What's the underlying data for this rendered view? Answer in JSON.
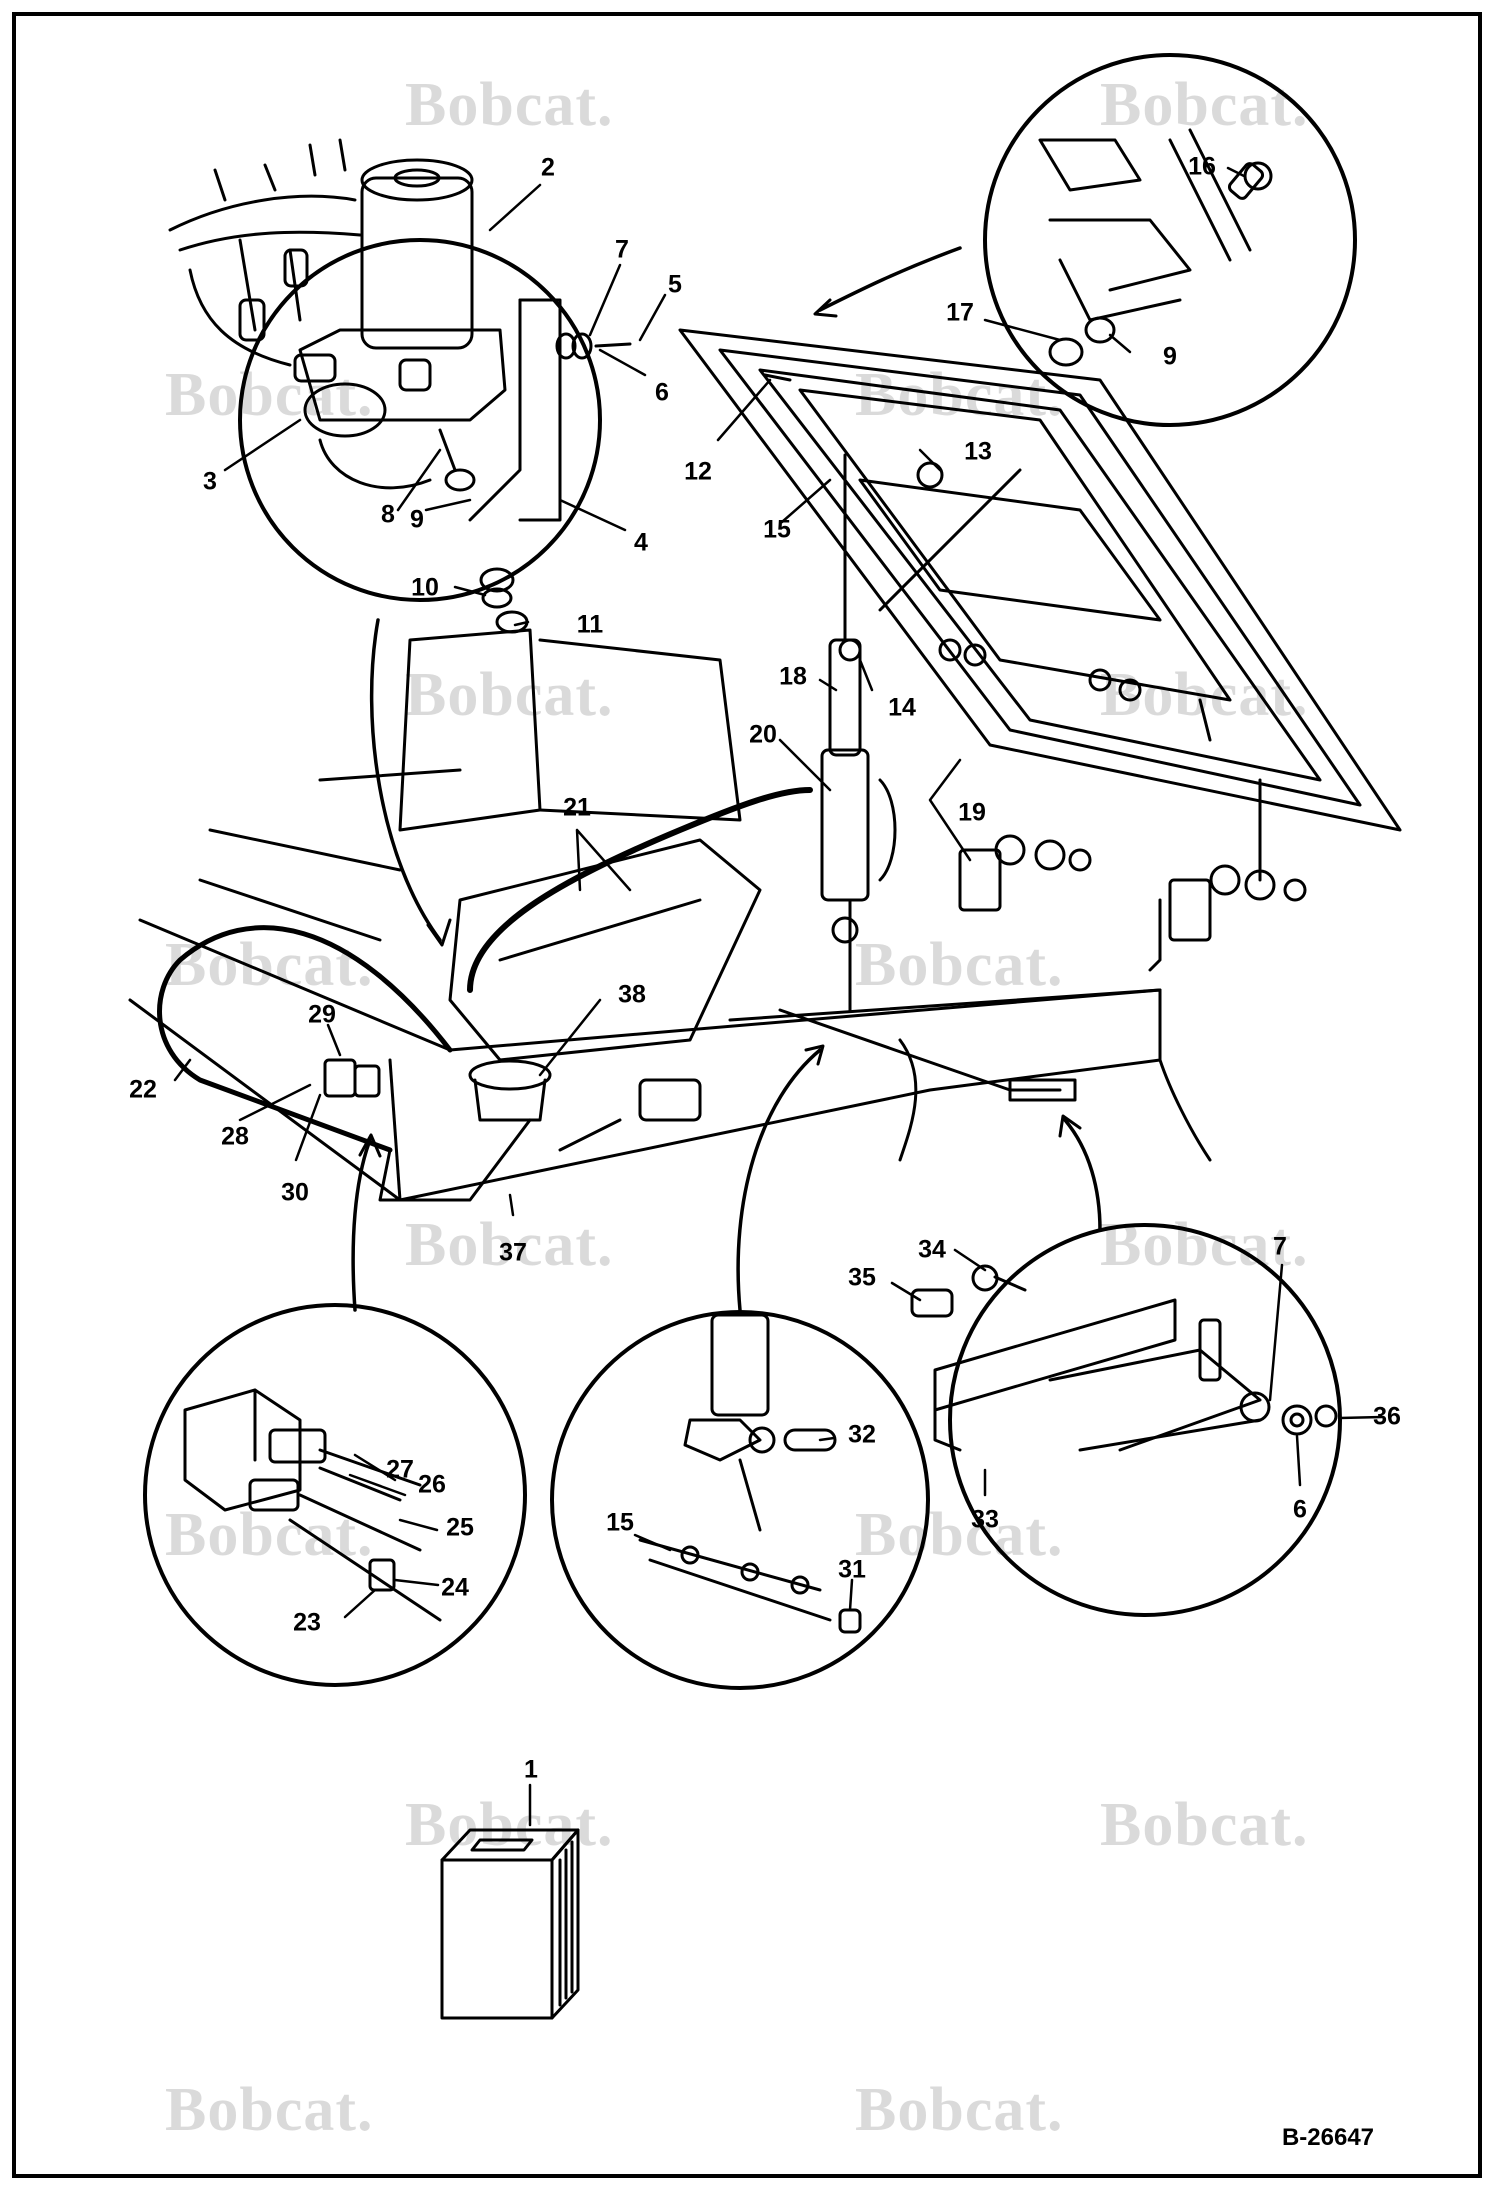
{
  "watermark": {
    "text": "Bobcat."
  },
  "drawing_number": "B-26647",
  "callouts": [
    {
      "id": "c2",
      "label": "2"
    },
    {
      "id": "c7a",
      "label": "7"
    },
    {
      "id": "c5",
      "label": "5"
    },
    {
      "id": "c6a",
      "label": "6"
    },
    {
      "id": "c3",
      "label": "3"
    },
    {
      "id": "c8",
      "label": "8"
    },
    {
      "id": "c9a",
      "label": "9"
    },
    {
      "id": "c4",
      "label": "4"
    },
    {
      "id": "c10",
      "label": "10"
    },
    {
      "id": "c11",
      "label": "11"
    },
    {
      "id": "c16",
      "label": "16"
    },
    {
      "id": "c17",
      "label": "17"
    },
    {
      "id": "c9b",
      "label": "9"
    },
    {
      "id": "c12",
      "label": "12"
    },
    {
      "id": "c13",
      "label": "13"
    },
    {
      "id": "c15a",
      "label": "15"
    },
    {
      "id": "c18",
      "label": "18"
    },
    {
      "id": "c14",
      "label": "14"
    },
    {
      "id": "c20",
      "label": "20"
    },
    {
      "id": "c19",
      "label": "19"
    },
    {
      "id": "c21",
      "label": "21"
    },
    {
      "id": "c38",
      "label": "38"
    },
    {
      "id": "c29",
      "label": "29"
    },
    {
      "id": "c22",
      "label": "22"
    },
    {
      "id": "c28",
      "label": "28"
    },
    {
      "id": "c30",
      "label": "30"
    },
    {
      "id": "c37",
      "label": "37"
    },
    {
      "id": "c34",
      "label": "34"
    },
    {
      "id": "c35",
      "label": "35"
    },
    {
      "id": "c7b",
      "label": "7"
    },
    {
      "id": "c36",
      "label": "36"
    },
    {
      "id": "c33",
      "label": "33"
    },
    {
      "id": "c6b",
      "label": "6"
    },
    {
      "id": "c27",
      "label": "27"
    },
    {
      "id": "c26",
      "label": "26"
    },
    {
      "id": "c25",
      "label": "25"
    },
    {
      "id": "c24",
      "label": "24"
    },
    {
      "id": "c23",
      "label": "23"
    },
    {
      "id": "c32",
      "label": "32"
    },
    {
      "id": "c15b",
      "label": "15"
    },
    {
      "id": "c31",
      "label": "31"
    },
    {
      "id": "c1",
      "label": "1"
    }
  ]
}
